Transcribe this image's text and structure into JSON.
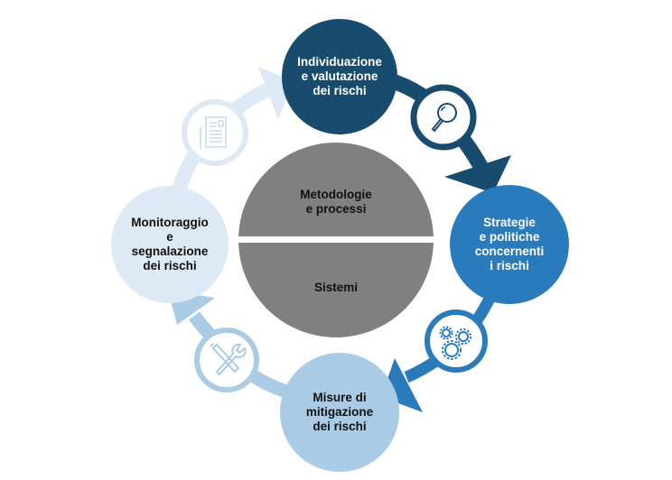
{
  "colors": {
    "dark_navy": "#184c6e",
    "medium_blue": "#2a7bbb",
    "light_blue": "#a9cbe6",
    "pale_blue": "#dde9f4",
    "center_gray": "#808080",
    "divider": "#ffffff"
  },
  "center": {
    "top_label": "Metodologie\ne processi",
    "bottom_label": "Sistemi"
  },
  "steps": [
    {
      "label": "Individuazione\ne valutazione\ndei rischi",
      "icon": "magnifier-icon"
    },
    {
      "label": "Strategie\ne politiche\nconcernenti\ni rischi",
      "icon": "gears-icon"
    },
    {
      "label": "Misure di\nmitigazione\ndei rischi",
      "icon": "tools-icon"
    },
    {
      "label": "Monitoraggio\ne\nsegnalazione\ndei rischi",
      "icon": "document-icon"
    }
  ]
}
